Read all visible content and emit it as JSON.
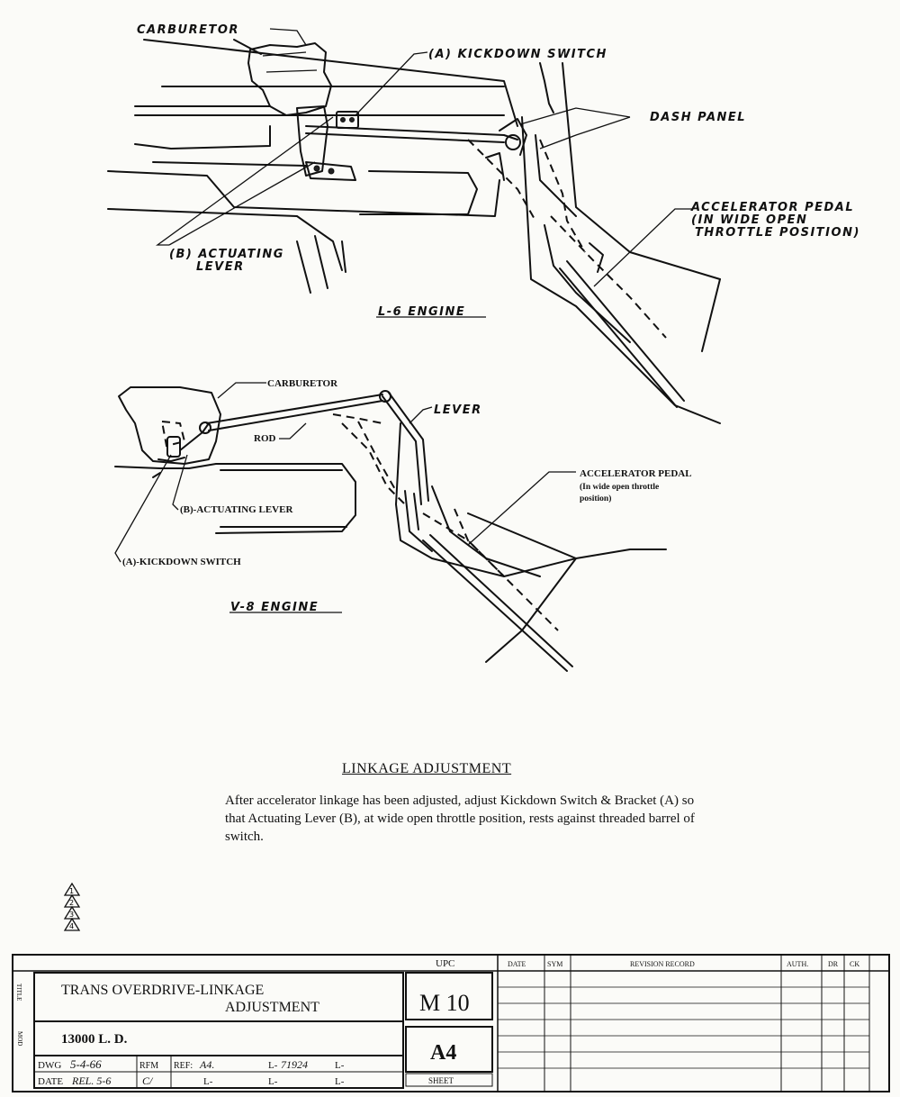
{
  "diagram_top": {
    "carburetor": "CARBURETOR",
    "kickdown_switch": "(A) KICKDOWN SWITCH",
    "dash_panel": "DASH PANEL",
    "accel_pedal_1": "ACCELERATOR PEDAL",
    "accel_pedal_2": "(IN WIDE OPEN",
    "accel_pedal_3": "THROTTLE POSITION)",
    "actuating_lever_1": "(B) ACTUATING",
    "actuating_lever_2": "LEVER",
    "engine": "L-6 ENGINE"
  },
  "diagram_bottom": {
    "carburetor": "CARBURETOR",
    "lever": "LEVER",
    "rod": "ROD",
    "accel_pedal_1": "ACCELERATOR PEDAL",
    "accel_pedal_2": "(In wide open throttle",
    "accel_pedal_3": "position)",
    "actuating_lever": "(B)-ACTUATING LEVER",
    "kickdown_switch": "(A)-KICKDOWN SWITCH",
    "engine": "V-8 ENGINE"
  },
  "linkage": {
    "title": "LINKAGE ADJUSTMENT",
    "body": "After accelerator linkage has been adjusted, adjust Kickdown Switch & Bracket (A) so that Actuating Lever (B), at wide open throttle position, rests against threaded barrel of switch."
  },
  "revision_marks": [
    "1",
    "2",
    "3",
    "4"
  ],
  "title_block": {
    "title_tag": "TITLE",
    "title_line1": "TRANS OVERDRIVE-LINKAGE",
    "title_line2": "ADJUSTMENT",
    "mod_tag": "MOD",
    "mod_value": "13000 L. D.",
    "dwg_label": "DWG",
    "dwg_value": "5-4-66",
    "rfm": "RFM",
    "ref_label": "REF:",
    "ref_value": "A4.",
    "l_ref": "L-",
    "l_number": "71924",
    "date_label": "DATE",
    "date_value": "REL. 5-6",
    "ci": "C/",
    "upc_label": "UPC",
    "upc_value": "M 10",
    "sheet_code": "A4",
    "sheet_label": "SHEET",
    "rev_date": "DATE",
    "rev_sym": "SYM",
    "rev_record": "REVISION RECORD",
    "rev_auth": "AUTH.",
    "rev_dr": "DR",
    "rev_ck": "CK"
  }
}
